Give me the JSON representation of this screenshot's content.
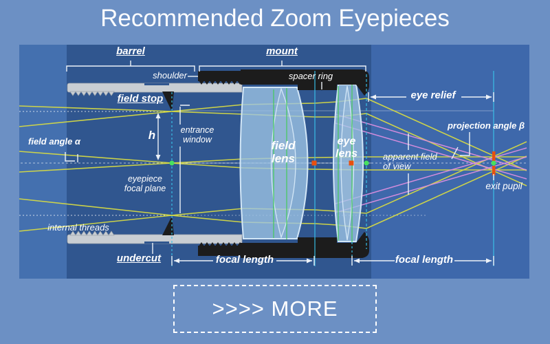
{
  "title": "Recommended Zoom Eyepieces",
  "footer": {
    "more_label": ">>>> MORE"
  },
  "diagram": {
    "brackets": {
      "barrel": "barrel",
      "mount": "mount"
    },
    "labels": {
      "shoulder": "shoulder",
      "spacer_ring": "spacer ring",
      "field_stop": "field stop",
      "field_angle": "field angle α",
      "h": "h",
      "entrance_window": {
        "line1": "entrance",
        "line2": "window"
      },
      "eyepiece_focal_plane": {
        "line1": "eyepiece",
        "line2": "focal plane"
      },
      "internal_threads": "internal threads",
      "undercut": "undercut",
      "field_lens": {
        "line1": "field",
        "line2": "lens"
      },
      "eye_lens": {
        "line1": "eye",
        "line2": "lens"
      },
      "focal_length_left": "focal length",
      "focal_length_right": "focal length",
      "eye_relief": "eye relief",
      "projection_angle": "projection angle β",
      "apparent_field": {
        "line1": "apparent field",
        "line2": "of view"
      },
      "exit_pupil": "exit pupil"
    },
    "colors": {
      "page_bg": "#6C90C4",
      "panel_blue": "#3E68AB",
      "panel_left": "#4470AF",
      "panel_interior": "#30568F",
      "metal_gray": "#C9CED3",
      "mount_black": "#1C1C1C",
      "lens_fill": "#9EC4E6",
      "ray_yellow": "#D5D944",
      "ray_magenta": "#DA8EDE",
      "guide_cyan": "#3AC2E9",
      "guide_green": "#41CC55",
      "marker_green": "#47E25F",
      "marker_red": "#E8500F"
    }
  }
}
